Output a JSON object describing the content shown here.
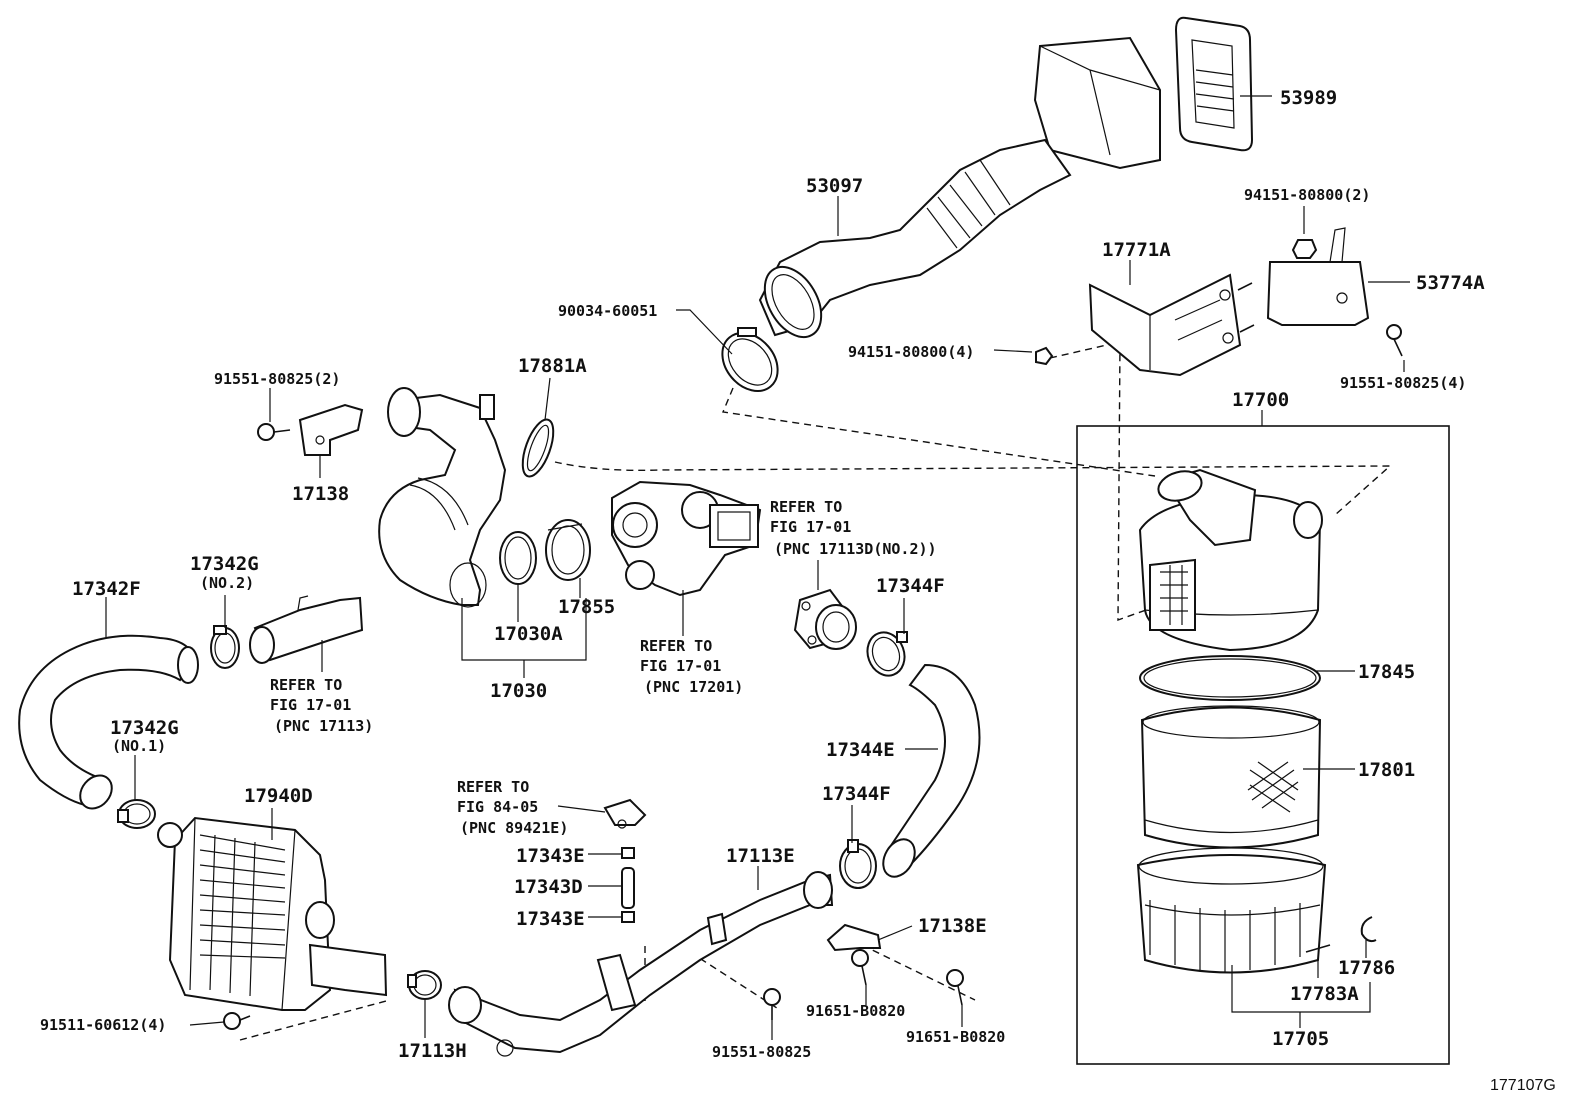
{
  "figure_id": "177107G",
  "labels": {
    "p53989": "53989",
    "p53097": "53097",
    "p90034_60051": "90034-60051",
    "p94151_80800_2": "94151-80800(2)",
    "p17771A": "17771A",
    "p53774A": "53774A",
    "p94151_80800_4": "94151-80800(4)",
    "p91551_80825_4": "91551-80825(4)",
    "p91551_80825_2": "91551-80825(2)",
    "p17881A": "17881A",
    "p17700": "17700",
    "p17138": "17138",
    "p17342G_no2": "17342G",
    "p17342G_no2_sub": "(NO.2)",
    "p17342F": "17342F",
    "p17030A": "17030A",
    "p17855": "17855",
    "p17030": "17030",
    "p17344F_a": "17344F",
    "p17845": "17845",
    "p17342G_no1": "17342G",
    "p17342G_no1_sub": "(NO.1)",
    "p17344E": "17344E",
    "p17801": "17801",
    "p17940D": "17940D",
    "p17344F_b": "17344F",
    "p17343E_a": "17343E",
    "p17343D": "17343D",
    "p17343E_b": "17343E",
    "p17113E": "17113E",
    "p17138E": "17138E",
    "p17786": "17786",
    "p17783A": "17783A",
    "p91511_60612_4": "91511-60612(4)",
    "p17113H": "17113H",
    "p91651_B0820_a": "91651-B0820",
    "p91651_B0820_b": "91651-B0820",
    "p91551_80825": "91551-80825",
    "p17705": "17705"
  },
  "notes": {
    "turbo_flange": [
      "REFER TO",
      "FIG 17-01",
      "(PNC 17113D(NO.2))"
    ],
    "turbo": [
      "REFER TO",
      "FIG 17-01",
      "(PNC 17201)"
    ],
    "inlet_pipe": [
      "REFER TO",
      "FIG 17-01",
      "(PNC 17113)"
    ],
    "vacuum": [
      "REFER TO",
      "FIG 84-05",
      "(PNC 89421E)"
    ]
  }
}
